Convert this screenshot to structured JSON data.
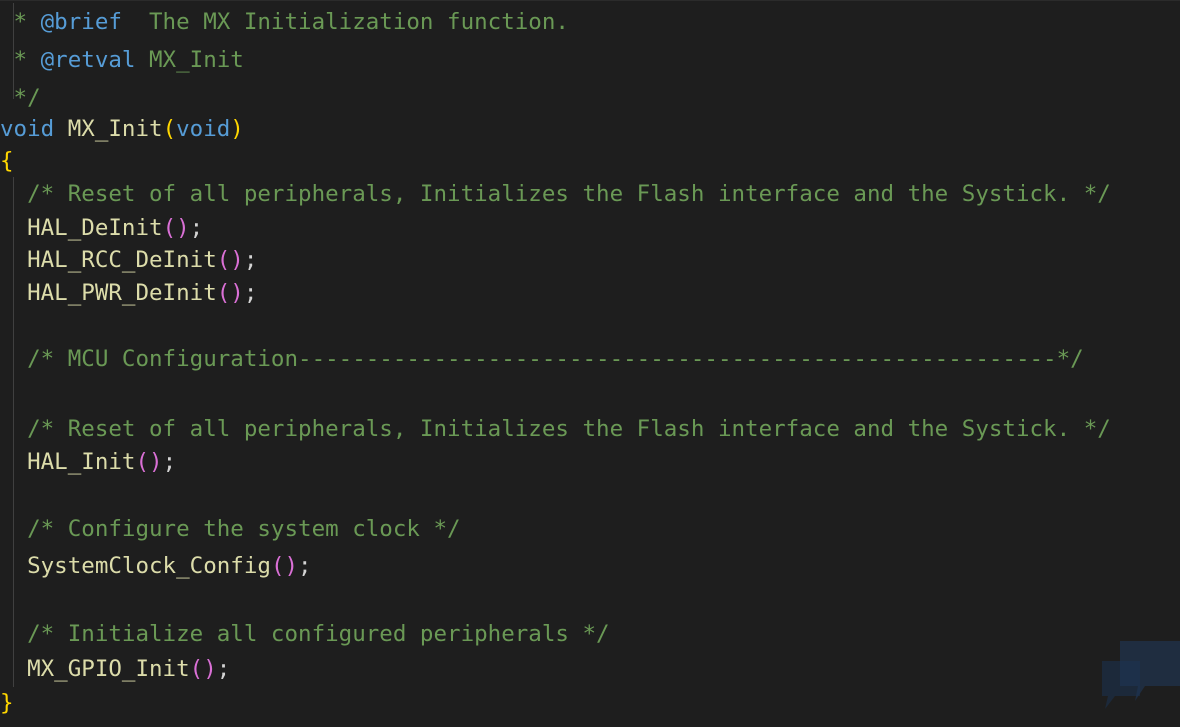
{
  "code": {
    "comment_brief_star": " * ",
    "brief_tag": "@brief",
    "brief_text": "  The MX Initialization function.",
    "comment_retval_star": " * ",
    "retval_tag": "@retval",
    "retval_text": " MX_Init",
    "comment_close": " */",
    "sig_keyword": "void",
    "sig_name": "MX_Init",
    "sig_open_paren": "(",
    "sig_param": "void",
    "sig_close_paren": ")",
    "open_brace": "{",
    "close_brace": "}",
    "comment_reset_1": "/* Reset of all peripherals, Initializes the Flash interface and the Systick. */",
    "call_hal_deinit": "HAL_DeInit",
    "call_hal_rcc_deinit": "HAL_RCC_DeInit",
    "call_hal_pwr_deinit": "HAL_PWR_DeInit",
    "comment_mcu_config": "/* MCU Configuration--------------------------------------------------------*/",
    "comment_reset_2": "/* Reset of all peripherals, Initializes the Flash interface and the Systick. */",
    "call_hal_init": "HAL_Init",
    "comment_clock": "/* Configure the system clock */",
    "call_systemclock": "SystemClock_Config",
    "comment_init_periph": "/* Initialize all configured peripherals */",
    "call_gpio_init": "MX_GPIO_Init",
    "call_parens": "()",
    "call_semicolon": ";"
  },
  "colors": {
    "background": "#1e1e1e",
    "comment": "#6a9955",
    "keyword": "#569cd6",
    "function": "#dcdcaa",
    "bracket_level1": "#ffd700",
    "bracket_level2": "#da70d6",
    "plain_text": "#d4d4d4"
  }
}
